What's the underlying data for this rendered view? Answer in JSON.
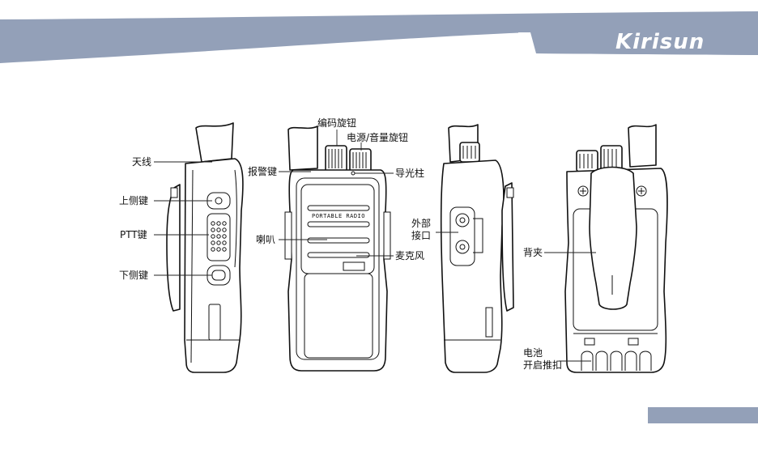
{
  "brand": {
    "logo_text": "Kirisun",
    "header_color": "#93a0b8",
    "footer_tab_color": "#93a0b8"
  },
  "device": {
    "front_panel_text": "PORTABLE RADIO"
  },
  "labels": {
    "antenna": "天线",
    "upper_side_key": "上侧键",
    "ptt_key": "PTT键",
    "lower_side_key": "下侧键",
    "alarm_key": "报警键",
    "encoder_knob": "编码旋钮",
    "power_volume_knob": "电源/音量旋钮",
    "light_guide": "导光柱",
    "speaker": "喇叭",
    "microphone": "麦克风",
    "external_port_line1": "外部",
    "external_port_line2": "接口",
    "belt_clip": "背夹",
    "battery_latch_line1": "电池",
    "battery_latch_line2": "开启推扣"
  }
}
